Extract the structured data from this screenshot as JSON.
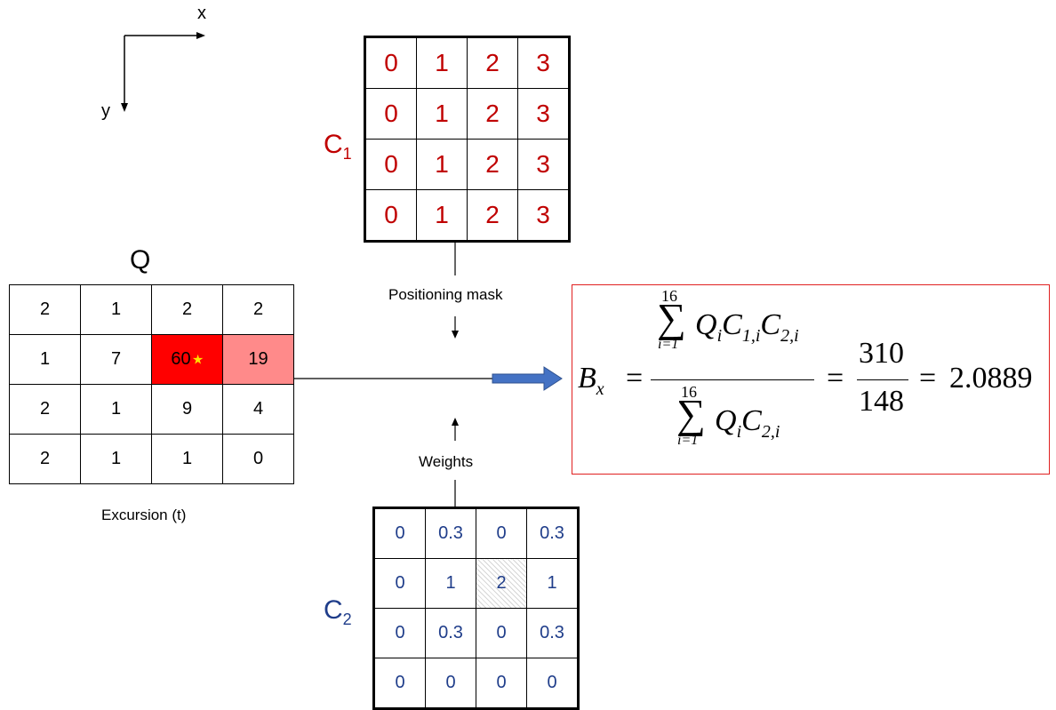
{
  "axes": {
    "x_label": "x",
    "y_label": "y"
  },
  "c1": {
    "label_main": "C",
    "label_sub": "1",
    "rows": [
      [
        "0",
        "1",
        "2",
        "3"
      ],
      [
        "0",
        "1",
        "2",
        "3"
      ],
      [
        "0",
        "1",
        "2",
        "3"
      ],
      [
        "0",
        "1",
        "2",
        "3"
      ]
    ]
  },
  "q": {
    "title": "Q",
    "caption": "Excursion (t)",
    "rows": [
      [
        "2",
        "1",
        "2",
        "2"
      ],
      [
        "1",
        "7",
        "60",
        "19"
      ],
      [
        "2",
        "1",
        "9",
        "4"
      ],
      [
        "2",
        "1",
        "1",
        "0"
      ]
    ]
  },
  "c2": {
    "label_main": "C",
    "label_sub": "2",
    "rows": [
      [
        "0",
        "0.3",
        "0",
        "0.3"
      ],
      [
        "0",
        "1",
        "2",
        "1"
      ],
      [
        "0",
        "0.3",
        "0",
        "0.3"
      ],
      [
        "0",
        "0",
        "0",
        "0"
      ]
    ]
  },
  "labels": {
    "positioning_mask": "Positioning mask",
    "weights": "Weights"
  },
  "formula": {
    "lhs": "B",
    "lhs_sub": "x",
    "eq": "=",
    "sum_upper": "16",
    "sum_lower": "i=1",
    "sigma": "∑",
    "num_terms": "Q",
    "num_sub_i": "i",
    "num_c1": "C",
    "num_c1_sub": "1,i",
    "num_c2": "C",
    "num_c2_sub": "2,i",
    "den_q": "Q",
    "den_q_sub": "i",
    "den_c2": "C",
    "den_c2_sub": "2,i",
    "numerator_value": "310",
    "denominator_value": "148",
    "result": "2.0889"
  },
  "colors": {
    "c1_text": "#c00000",
    "c2_text": "#1f3d8a",
    "highlight_red": "#ff0000",
    "highlight_pink": "#ff8a8a",
    "arrow_fill": "#4472c4",
    "box_border": "#e02020"
  }
}
